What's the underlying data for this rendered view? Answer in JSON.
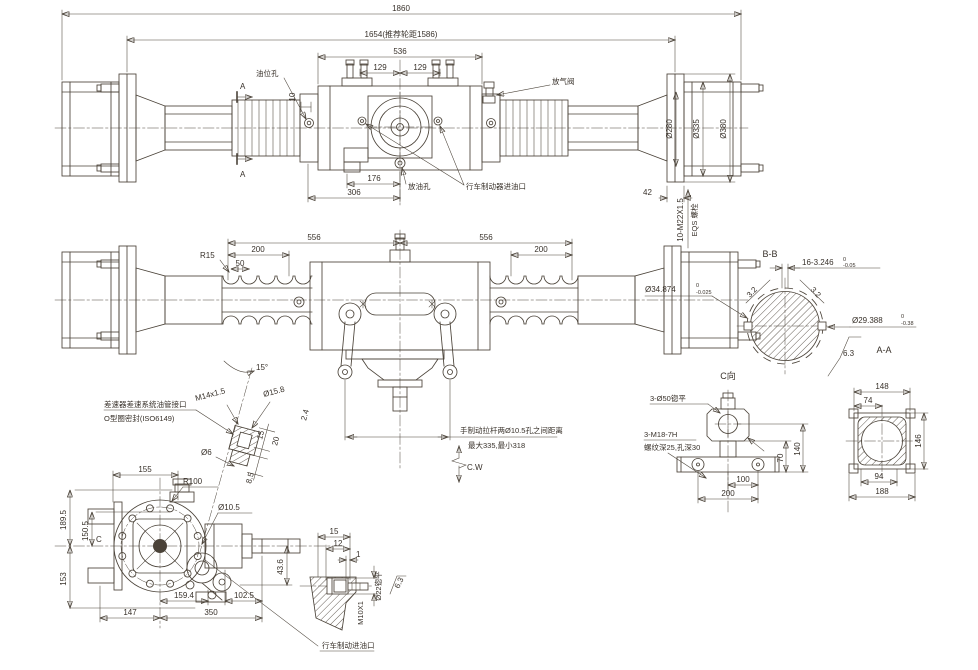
{
  "colors": {
    "background": "#ffffff",
    "line": "#4a4238",
    "text": "#38312a"
  },
  "top_view": {
    "dim_overall": "1860",
    "dim_track": "1654(推荐轮距1586)",
    "dim_housing": "536",
    "dim_bolt_left": "129",
    "dim_bolt_right": "129",
    "label_oil_level": "油位孔",
    "dim_offset": "10",
    "section_label_top": "A",
    "section_label_bottom": "A",
    "label_breather": "放气阀",
    "dim_drum": "Ø280",
    "dim_flange": "Ø335",
    "dim_outer": "Ø380",
    "dim_42": "42",
    "label_studs_line1": "10-M22X1.5",
    "label_studs_line2": "EQS 螺栓",
    "dim_176": "176",
    "dim_306": "306",
    "label_drain": "放油孔",
    "label_brake_port": "行车制动器进油口"
  },
  "middle_view": {
    "dim_556_left": "556",
    "dim_556_right": "556",
    "dim_200_left": "200",
    "dim_200_right": "200",
    "dim_r15": "R15",
    "dim_50": "50",
    "dim_angle": "15°",
    "label_handbrake_line1": "手制动拉杆两Ø10.5孔之间距离",
    "label_handbrake_line2": "最大335,最小318",
    "label_cw": "C.W"
  },
  "section_bb": {
    "title": "B-B",
    "dim_spline": "16-3.246",
    "tol_spline_up": "0",
    "tol_spline_dn": "-0.05",
    "rough_left": "3.2",
    "rough_right": "3.2",
    "dim_major": "Ø34.874",
    "tol_major_up": "0",
    "tol_major_dn": "-0.025",
    "dim_minor": "Ø29.388",
    "tol_minor_up": "0",
    "tol_minor_dn": "-0.38",
    "rough_63": "6.3",
    "label_aa": "A-A"
  },
  "view_c": {
    "title": "C向",
    "label_spotface": "3-Ø50锪平",
    "label_thread": "3-M18-7H",
    "label_thread_note": "螺纹深25,孔深30",
    "dim_100": "100",
    "dim_200": "200",
    "dim_70": "70",
    "dim_140": "140"
  },
  "section_aa": {
    "dim_148": "148",
    "dim_74": "74",
    "dim_146": "146",
    "dim_94": "94",
    "dim_188": "188"
  },
  "side_view": {
    "label_diff_line1": "差速器差速系统油管接口",
    "label_diff_line2": "O型圈密封(ISO6149)",
    "label_m14": "M14x1.5",
    "dim_d158": "Ø15.8",
    "dim_d6": "Ø6",
    "dim_24": "2.4",
    "dim_15": "15",
    "dim_20": "20",
    "dim_85": "8.5",
    "dim_d105": "Ø10.5",
    "dim_155": "155",
    "dim_r100": "R100",
    "dim_1895": "189.5",
    "dim_1505": "150.5",
    "label_c": "C",
    "dim_153": "153",
    "dim_1594": "159.4",
    "dim_147": "147",
    "dim_350": "350",
    "dim_1025": "102.5",
    "dim_436": "43.6"
  },
  "detail_view": {
    "dim_15": "15",
    "dim_12": "12",
    "dim_1": "1",
    "label_spotface": "Ø22锪平",
    "label_thread": "M10X1",
    "rough": "6.3",
    "label_port": "行车制动进油口"
  }
}
